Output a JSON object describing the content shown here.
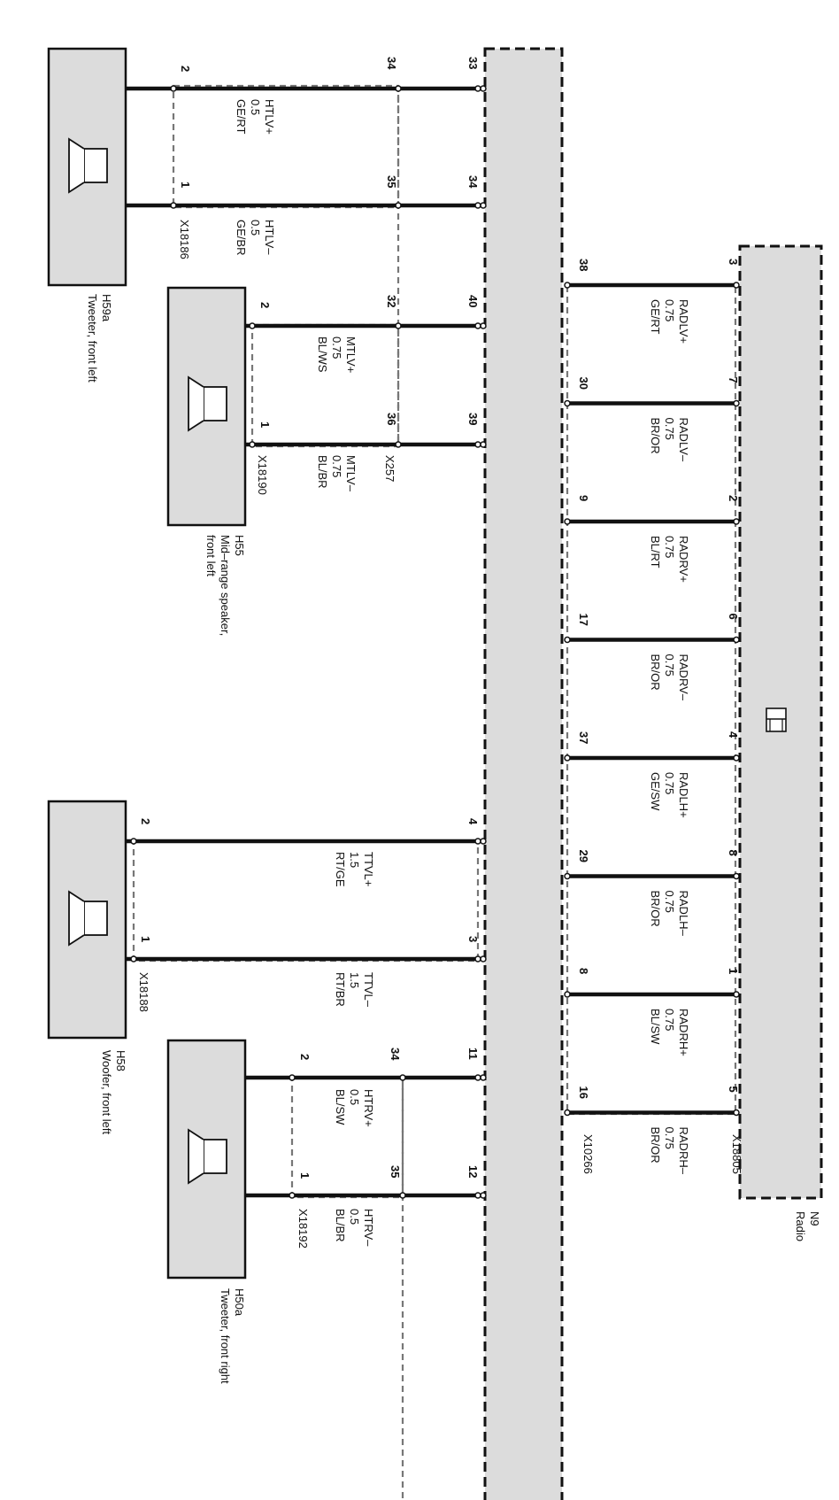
{
  "speakers": [
    {
      "id": "H59a",
      "name": "Tweeter, front left",
      "connector": "X18186"
    },
    {
      "id": "H55",
      "name": "Mid–range speaker, front left",
      "connector": "X18190"
    },
    {
      "id": "H58",
      "name": "Woofer, front left",
      "connector": "X18188"
    },
    {
      "id": "H50a",
      "name": "Tweeter, front right",
      "connector": "X18192"
    }
  ],
  "intermediate_connector": "X257",
  "radio": {
    "id": "N9",
    "name": "Radio",
    "connector_top": "X18805",
    "connector_bottom": "X10266"
  },
  "wires": {
    "htlv_plus": {
      "signal": "HTLV+",
      "size": "0.5",
      "color": "GE/RT",
      "spk_pin": "2",
      "x257_pin": "34",
      "bus_pin": "33"
    },
    "htlv_minus": {
      "signal": "HTLV–",
      "size": "0.5",
      "color": "GE/BR",
      "spk_pin": "1",
      "x257_pin": "35",
      "bus_pin": "34"
    },
    "mtlv_plus": {
      "signal": "MTLV+",
      "size": "0.75",
      "color": "BL/WS",
      "spk_pin": "2",
      "x257_pin": "32",
      "bus_pin": "40"
    },
    "mtlv_minus": {
      "signal": "MTLV–",
      "size": "0.75",
      "color": "BL/BR",
      "spk_pin": "1",
      "x257_pin": "36",
      "bus_pin": "39"
    },
    "ttvl_plus": {
      "signal": "TTVL+",
      "size": "1.5",
      "color": "RT/GE",
      "spk_pin": "2",
      "bus_pin": "4"
    },
    "ttvl_minus": {
      "signal": "TTVL–",
      "size": "1.5",
      "color": "RT/BR",
      "spk_pin": "1",
      "bus_pin": "3"
    },
    "htrv_plus": {
      "signal": "HTRV+",
      "size": "0.5",
      "color": "BL/SW",
      "spk_pin": "2",
      "x257_pin": "34",
      "bus_pin": "11"
    },
    "htrv_minus": {
      "signal": "HTRV–",
      "size": "0.5",
      "color": "BL/BR",
      "spk_pin": "1",
      "x257_pin": "35",
      "bus_pin": "12"
    }
  },
  "radio_wires": [
    {
      "signal": "RADLV+",
      "size": "0.75",
      "color": "GE/RT",
      "left_pin": "38",
      "right_pin": "3"
    },
    {
      "signal": "RADLV–",
      "size": "0.75",
      "color": "BR/OR",
      "left_pin": "30",
      "right_pin": "7"
    },
    {
      "signal": "RADRV+",
      "size": "0.75",
      "color": "BL/RT",
      "left_pin": "9",
      "right_pin": "2"
    },
    {
      "signal": "RADRV–",
      "size": "0.75",
      "color": "BR/OR",
      "left_pin": "17",
      "right_pin": "6"
    },
    {
      "signal": "RADLH+",
      "size": "0.75",
      "color": "GE/SW",
      "left_pin": "37",
      "right_pin": "4"
    },
    {
      "signal": "RADLH–",
      "size": "0.75",
      "color": "BR/OR",
      "left_pin": "29",
      "right_pin": "8"
    },
    {
      "signal": "RADRH+",
      "size": "0.75",
      "color": "BL/SW",
      "left_pin": "8",
      "right_pin": "1"
    },
    {
      "signal": "RADRH–",
      "size": "0.75",
      "color": "BR/OR",
      "left_pin": "16",
      "right_pin": "5"
    }
  ]
}
